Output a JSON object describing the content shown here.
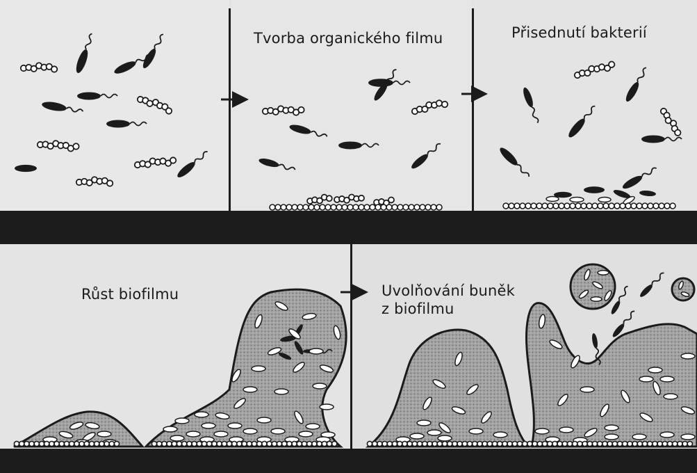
{
  "diagram": {
    "panels": {
      "panel1": {
        "label": ""
      },
      "panel2": {
        "label": "Tvorba organického filmu"
      },
      "panel3": {
        "label": "Přisednutí bakterií"
      },
      "panel4": {
        "label": "Růst biofilmu"
      },
      "panel5": {
        "label_line1": "Uvolňování buněk",
        "label_line2": "z biofilmu"
      }
    }
  },
  "colors": {
    "background": "#e6e6e6",
    "divider": "#1c1c1c",
    "biofilm_fill": "#9a9a9a",
    "cell_fill": "#ffffff",
    "bacterium_fill": "#1b1b1b"
  }
}
